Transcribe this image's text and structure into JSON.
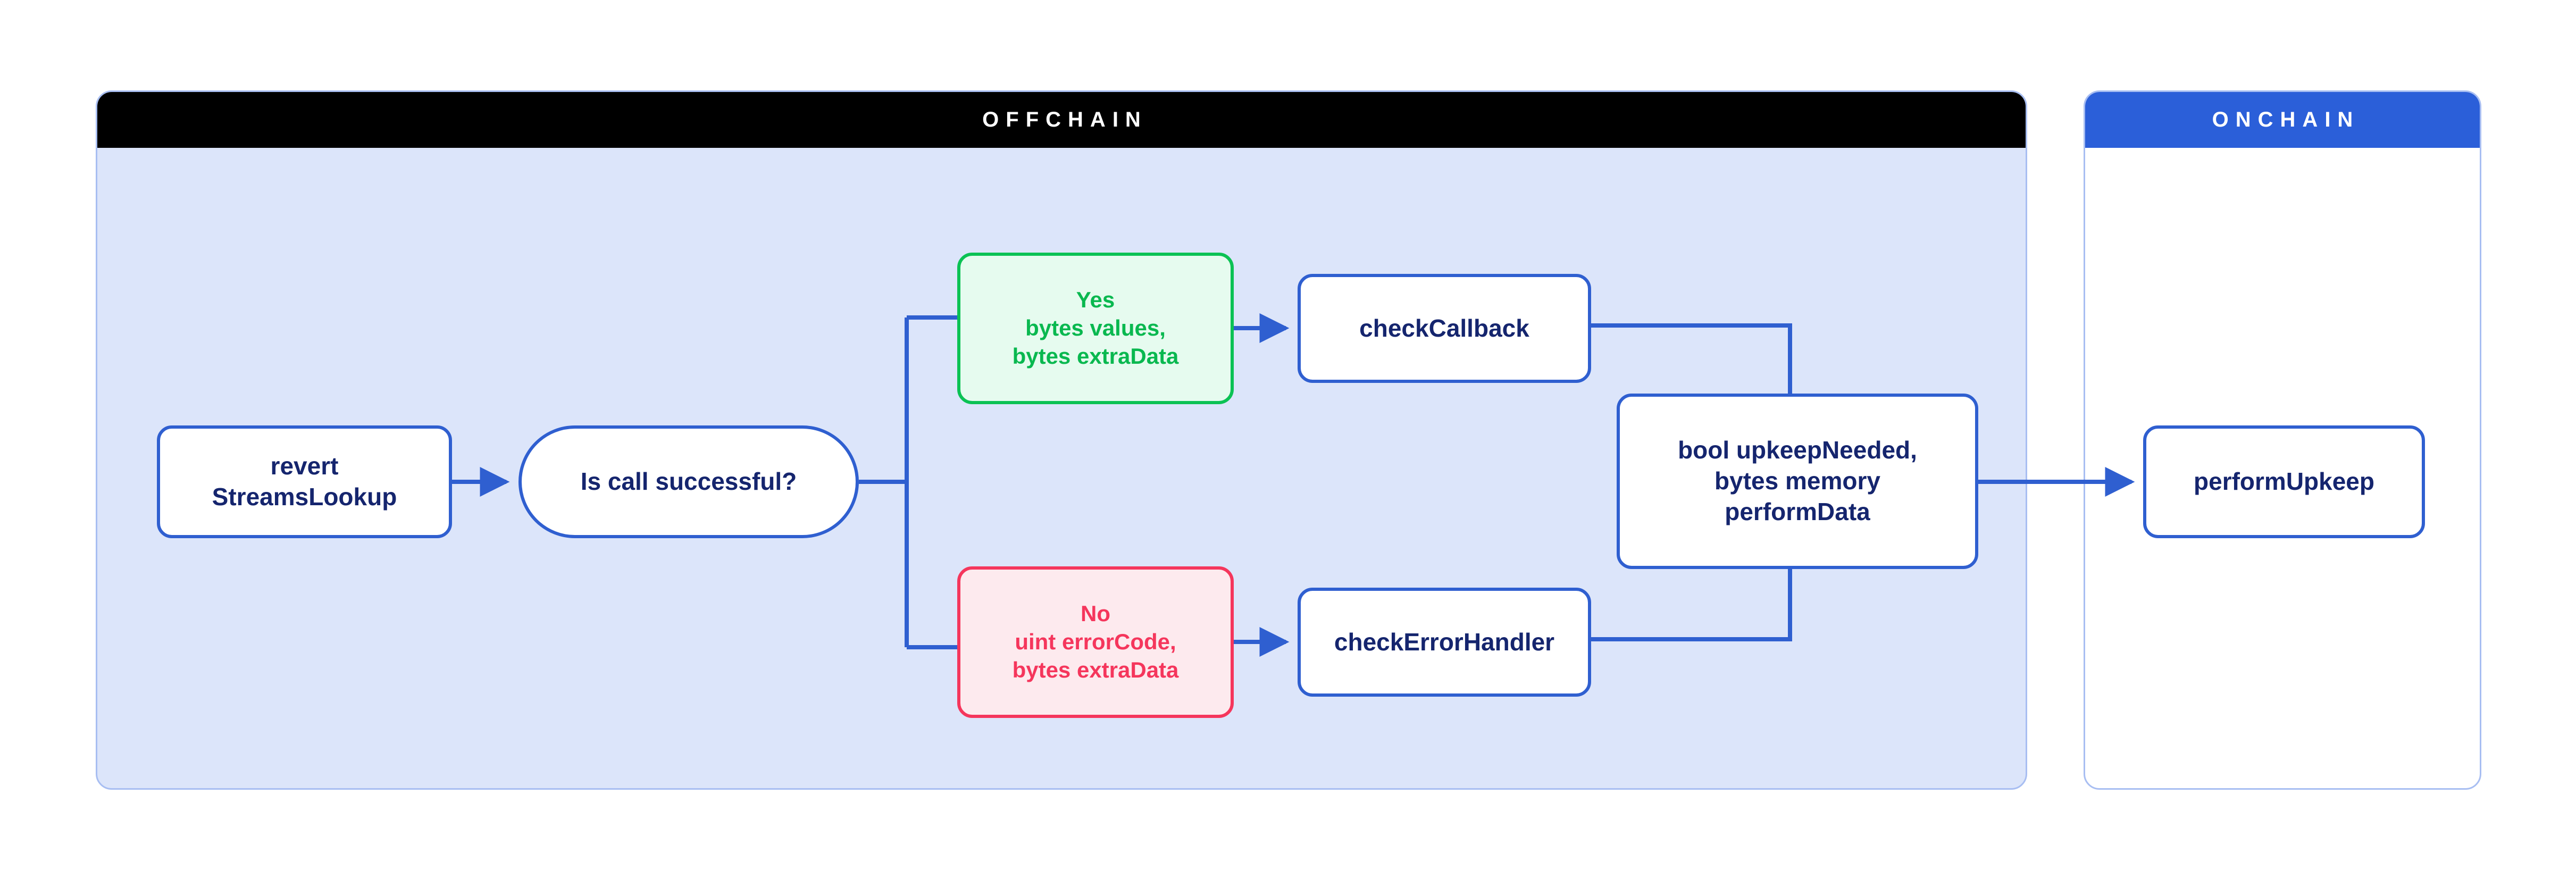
{
  "diagram": {
    "title": "Chainlink Automation StreamsLookup flow",
    "colors": {
      "offchain_header_bg": "#000000",
      "onchain_header_bg": "#2b5fd9",
      "offchain_panel_bg": "#dce5fa",
      "onchain_panel_bg": "#ffffff",
      "panel_border": "#a8bef2",
      "connector": "#2f5fd0",
      "node_border_blue": "#2f5fd0",
      "node_text_blue": "#15256e",
      "success_border": "#0bc254",
      "success_fill": "#e6fbef",
      "success_text": "#09b84f",
      "error_border": "#f5365c",
      "error_fill": "#fdeaee",
      "error_text": "#f5365c"
    },
    "panels": [
      {
        "id": "offchain",
        "label": "OFFCHAIN"
      },
      {
        "id": "onchain",
        "label": "ONCHAIN"
      }
    ],
    "nodes": {
      "revert": {
        "label": "revert\nStreamsLookup",
        "shape": "rounded-rect",
        "panel": "offchain"
      },
      "decision": {
        "label": "Is call successful?",
        "shape": "pill",
        "panel": "offchain"
      },
      "yes_branch": {
        "label": "Yes\nbytes values,\nbytes extraData",
        "shape": "rounded-rect",
        "panel": "offchain"
      },
      "no_branch": {
        "label": "No\nuint errorCode,\nbytes extraData",
        "shape": "rounded-rect",
        "panel": "offchain"
      },
      "check_callback": {
        "label": "checkCallback",
        "shape": "rounded-rect",
        "panel": "offchain"
      },
      "check_error": {
        "label": "checkErrorHandler",
        "shape": "rounded-rect",
        "panel": "offchain"
      },
      "upkeep_needed": {
        "label": "bool upkeepNeeded,\nbytes memory\nperformData",
        "shape": "rounded-rect",
        "panel": "offchain"
      },
      "perform_upkeep": {
        "label": "performUpkeep",
        "shape": "rounded-rect",
        "panel": "onchain"
      }
    },
    "edges": [
      {
        "from": "revert",
        "to": "decision",
        "arrow": true
      },
      {
        "from": "decision",
        "to": "yes_branch",
        "arrow": false
      },
      {
        "from": "decision",
        "to": "no_branch",
        "arrow": false
      },
      {
        "from": "yes_branch",
        "to": "check_callback",
        "arrow": true
      },
      {
        "from": "no_branch",
        "to": "check_error",
        "arrow": true
      },
      {
        "from": "check_callback",
        "to": "upkeep_needed",
        "arrow": false
      },
      {
        "from": "check_error",
        "to": "upkeep_needed",
        "arrow": false
      },
      {
        "from": "upkeep_needed",
        "to": "perform_upkeep",
        "arrow": true
      }
    ]
  }
}
